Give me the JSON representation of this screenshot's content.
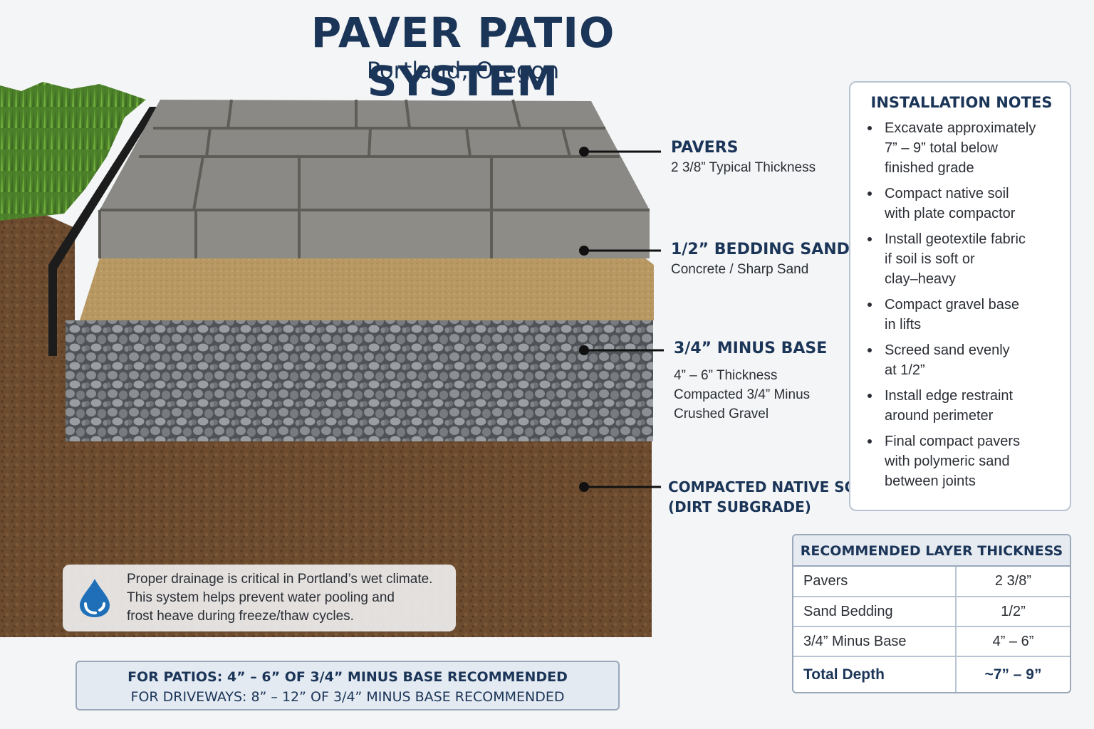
{
  "header": {
    "title": "PAVER PATIO SYSTEM",
    "subtitle": "Portland, Oregon"
  },
  "layers": [
    {
      "id": "pavers",
      "title": "PAVERS",
      "lines": [
        "2 3/8” Typical Thickness"
      ]
    },
    {
      "id": "sand",
      "title": "1/2” BEDDING SAND",
      "lines": [
        "Concrete / Sharp Sand"
      ]
    },
    {
      "id": "base",
      "title": "3/4” MINUS BASE",
      "lines": [
        "4” – 6” Thickness",
        "Compacted 3/4” Minus",
        "Crushed Gravel"
      ]
    },
    {
      "id": "soil",
      "title_lines": [
        "COMPACTED NATIVE SOIL",
        "(DIRT SUBGRADE)"
      ]
    }
  ],
  "installation_notes": {
    "title": "INSTALLATION NOTES",
    "items": [
      [
        "Excavate approximately",
        "7” – 9” total below",
        "finished grade"
      ],
      [
        "Compact native soil",
        "with plate compactor"
      ],
      [
        "Install geotextile fabric",
        "if soil is soft or",
        "clay–heavy"
      ],
      [
        "Compact gravel base",
        "in lifts"
      ],
      [
        "Screed sand evenly",
        "at 1/2”"
      ],
      [
        "Install edge restraint",
        "around perimeter"
      ],
      [
        "Final compact pavers",
        "with polymeric sand",
        "between joints"
      ]
    ]
  },
  "thickness_table": {
    "title": "RECOMMENDED LAYER THICKNESS",
    "rows": [
      {
        "layer": "Pavers",
        "value": "2 3/8”"
      },
      {
        "layer": "Sand Bedding",
        "value": "1/2”"
      },
      {
        "layer": "3/4” Minus Base",
        "value": "4” – 6”"
      }
    ],
    "total": {
      "layer": "Total Depth",
      "value": "~7” – 9”"
    }
  },
  "drainage_note": {
    "icon": "water-drop-icon",
    "lines": [
      "Proper drainage is critical in Portland’s wet climate.",
      "This system helps prevent water pooling and",
      "frost heave during freeze/thaw cycles."
    ]
  },
  "recommendation": {
    "patios": "FOR PATIOS: 4” – 6” OF 3/4” MINUS BASE RECOMMENDED",
    "driveways": "FOR DRIVEWAYS: 8” – 12” OF 3/4” MINUS BASE RECOMMENDED"
  },
  "colors": {
    "heading": "#1b3558",
    "paver": "#8f8d87",
    "sand": "#b89a62",
    "gravel": "#6d7075",
    "soil": "#6a4a2e",
    "grass": "#4f8a2a",
    "edge": "#1c1c1c",
    "drop": "#1e6fb8"
  }
}
